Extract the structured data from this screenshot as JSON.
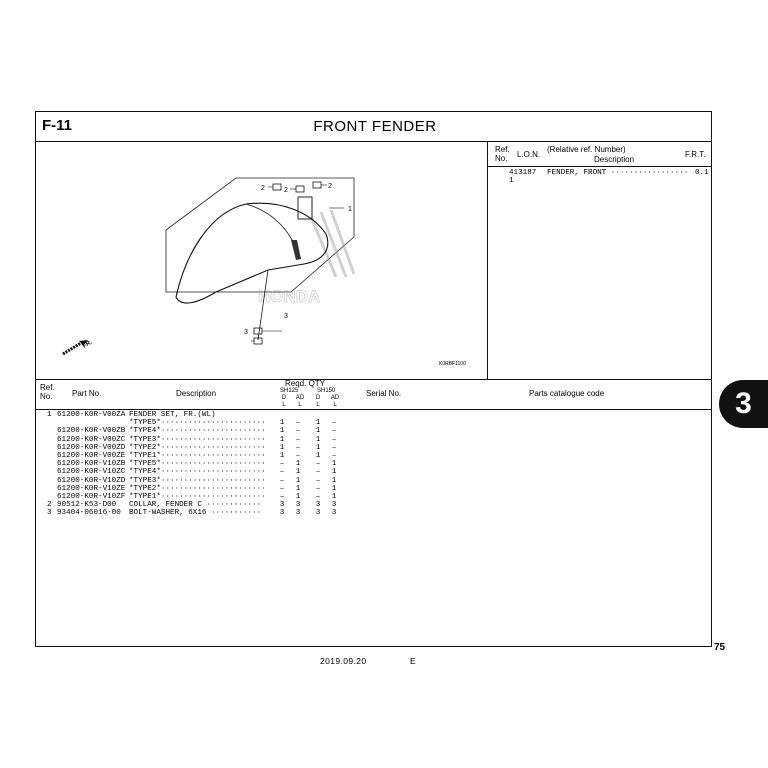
{
  "header": {
    "section": "F-11",
    "title": "FRONT FENDER"
  },
  "ref_table": {
    "col_ref": "Ref.\nNo.",
    "col_lon": "L.O.N.",
    "col_desc_top": "(Relative ref. Number)",
    "col_desc": "Description",
    "col_frt": "F.R.T.",
    "rows": [
      {
        "ref": "1",
        "lon": "413187",
        "desc": "FENDER, FRONT ·················",
        "frt": "0.1"
      }
    ]
  },
  "diagram": {
    "code": "K0RBF1100",
    "brand_watermark": "HONDA",
    "arrow_label": "FR.",
    "callouts": [
      "1",
      "2",
      "2",
      "2",
      "3",
      "3"
    ]
  },
  "parts_table": {
    "col_ref": "Ref.\nNo.",
    "col_part": "Part No.",
    "col_desc": "Description",
    "col_qty": "Reqd. QTY",
    "model_a": "SH125",
    "model_b": "SH150",
    "sub_cols": [
      "D",
      "AD",
      "D",
      "AD"
    ],
    "sub_l": [
      "L",
      "L",
      "L",
      "L"
    ],
    "col_serial": "Serial No.",
    "col_catalogue": "Parts catalogue code",
    "rows": [
      {
        "ref": "1",
        "part": "61200-K0R-V00ZA",
        "desc": "FENDER SET, FR.(WL)",
        "q": [
          "",
          "",
          "",
          ""
        ]
      },
      {
        "ref": "",
        "part": "",
        "desc": "*TYPE5*·······················",
        "q": [
          "1",
          "–",
          "1",
          "–"
        ]
      },
      {
        "ref": "",
        "part": "61200-K0R-V00ZB",
        "desc": "*TYPE4*·······················",
        "q": [
          "1",
          "–",
          "1",
          "–"
        ]
      },
      {
        "ref": "",
        "part": "61200-K0R-V00ZC",
        "desc": "*TYPE3*·······················",
        "q": [
          "1",
          "–",
          "1",
          "–"
        ]
      },
      {
        "ref": "",
        "part": "61200-K0R-V00ZD",
        "desc": "*TYPE2*·······················",
        "q": [
          "1",
          "–",
          "1",
          "–"
        ]
      },
      {
        "ref": "",
        "part": "61200-K0R-V00ZE",
        "desc": "*TYPE1*·······················",
        "q": [
          "1",
          "–",
          "1",
          "–"
        ]
      },
      {
        "ref": "",
        "part": "61200-K0R-V10ZB",
        "desc": "*TYPE5*·······················",
        "q": [
          "–",
          "1",
          "–",
          "1"
        ]
      },
      {
        "ref": "",
        "part": "61200-K0R-V10ZC",
        "desc": "*TYPE4*·······················",
        "q": [
          "–",
          "1",
          "–",
          "1"
        ]
      },
      {
        "ref": "",
        "part": "61200-K0R-V10ZD",
        "desc": "*TYPE3*·······················",
        "q": [
          "–",
          "1",
          "–",
          "1"
        ]
      },
      {
        "ref": "",
        "part": "61200-K0R-V10ZE",
        "desc": "*TYPE2*·······················",
        "q": [
          "–",
          "1",
          "–",
          "1"
        ]
      },
      {
        "ref": "",
        "part": "61200-K0R-V10ZF",
        "desc": "*TYPE1*·······················",
        "q": [
          "–",
          "1",
          "–",
          "1"
        ]
      },
      {
        "ref": "2",
        "part": "90512-K53-D00",
        "desc": "COLLAR, FENDER C ············",
        "q": [
          "3",
          "3",
          "3",
          "3"
        ]
      },
      {
        "ref": "3",
        "part": "93404-06016-00",
        "desc": "BOLT-WASHER, 6X16 ···········",
        "q": [
          "3",
          "3",
          "3",
          "3"
        ]
      }
    ]
  },
  "side_tab": "3",
  "page_number": "75",
  "footer": {
    "date": "2019.09.20",
    "edition": "E"
  }
}
